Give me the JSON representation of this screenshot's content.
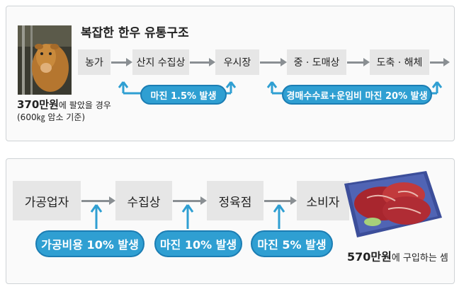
{
  "top": {
    "title": "복잡한 한우 유통구조",
    "stages": [
      "농가",
      "산지 수집상",
      "우시장",
      "중 · 도매상",
      "도축 · 해체"
    ],
    "notes": [
      "마진 1.5% 발생",
      "경매수수료+운임비 마진 20% 발생"
    ],
    "caption_price": "370만원",
    "caption_rest": "에 팔았을 경우",
    "caption_line2": "(600㎏ 암소 기준)"
  },
  "bottom": {
    "stages": [
      "가공업자",
      "수집상",
      "정육점",
      "소비자"
    ],
    "notes": [
      "가공비용 10% 발생",
      "마진 10% 발생",
      "마진 5% 발생"
    ],
    "caption_price": "570만원",
    "caption_rest": "에 구입하는 셈"
  },
  "colors": {
    "accent": "#2f9fd2",
    "box": "#e6e6e6",
    "arrow": "#8a8f93"
  }
}
